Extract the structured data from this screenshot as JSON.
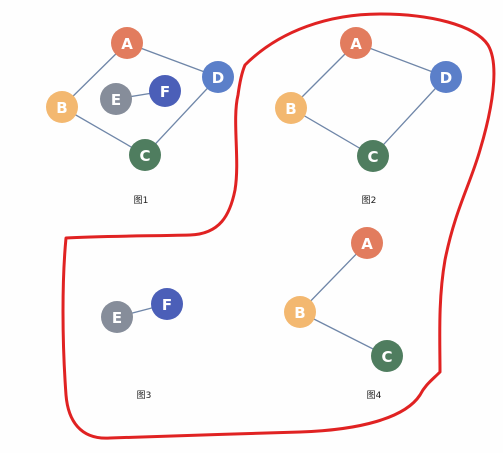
{
  "figures": [
    {
      "caption": "图1",
      "nodes": [
        {
          "label": "A",
          "color": "#e27c5e"
        },
        {
          "label": "B",
          "color": "#f3b870"
        },
        {
          "label": "C",
          "color": "#4f7d5f"
        },
        {
          "label": "D",
          "color": "#5b7fc9"
        },
        {
          "label": "E",
          "color": "#868d9a"
        },
        {
          "label": "F",
          "color": "#4b5fb8"
        }
      ],
      "edges": [
        [
          "A",
          "B"
        ],
        [
          "A",
          "D"
        ],
        [
          "B",
          "C"
        ],
        [
          "C",
          "D"
        ],
        [
          "E",
          "F"
        ]
      ]
    },
    {
      "caption": "图2",
      "nodes": [
        {
          "label": "A",
          "color": "#e27c5e"
        },
        {
          "label": "B",
          "color": "#f3b870"
        },
        {
          "label": "C",
          "color": "#4f7d5f"
        },
        {
          "label": "D",
          "color": "#5b7fc9"
        }
      ],
      "edges": [
        [
          "A",
          "B"
        ],
        [
          "A",
          "D"
        ],
        [
          "B",
          "C"
        ],
        [
          "C",
          "D"
        ]
      ]
    },
    {
      "caption": "图3",
      "nodes": [
        {
          "label": "E",
          "color": "#868d9a"
        },
        {
          "label": "F",
          "color": "#4b5fb8"
        }
      ],
      "edges": [
        [
          "E",
          "F"
        ]
      ]
    },
    {
      "caption": "图4",
      "nodes": [
        {
          "label": "A",
          "color": "#e27c5e"
        },
        {
          "label": "B",
          "color": "#f3b870"
        },
        {
          "label": "C",
          "color": "#4f7d5f"
        }
      ],
      "edges": [
        [
          "A",
          "B"
        ],
        [
          "B",
          "C"
        ]
      ]
    }
  ],
  "highlight_color": "#e02222"
}
